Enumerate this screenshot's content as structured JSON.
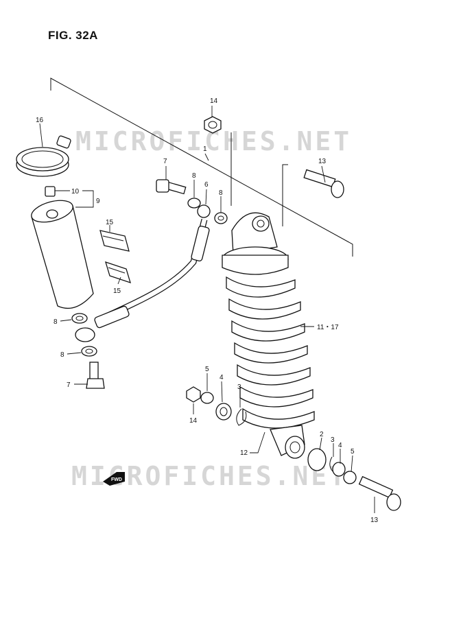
{
  "figure": {
    "title": "FIG. 32A"
  },
  "watermarks": [
    "MICROFICHES.NET",
    "MICROFICHES.NET"
  ],
  "fwd_badge": "FWD",
  "callouts": {
    "c1": "1",
    "c2": "2",
    "c3a": "3",
    "c3b": "3",
    "c4a": "4",
    "c4b": "4",
    "c5a": "5",
    "c5b": "5",
    "c6": "6",
    "c7a": "7",
    "c7b": "7",
    "c8a": "8",
    "c8b": "8",
    "c8c": "8",
    "c8d": "8",
    "c9": "9",
    "c10": "10",
    "c11": "11・17",
    "c12": "12",
    "c13a": "13",
    "c13b": "13",
    "c14a": "14",
    "c14b": "14",
    "c15a": "15",
    "c15b": "15",
    "c16": "16"
  },
  "colors": {
    "ink": "#111111",
    "watermark": "#d6d6d6"
  }
}
